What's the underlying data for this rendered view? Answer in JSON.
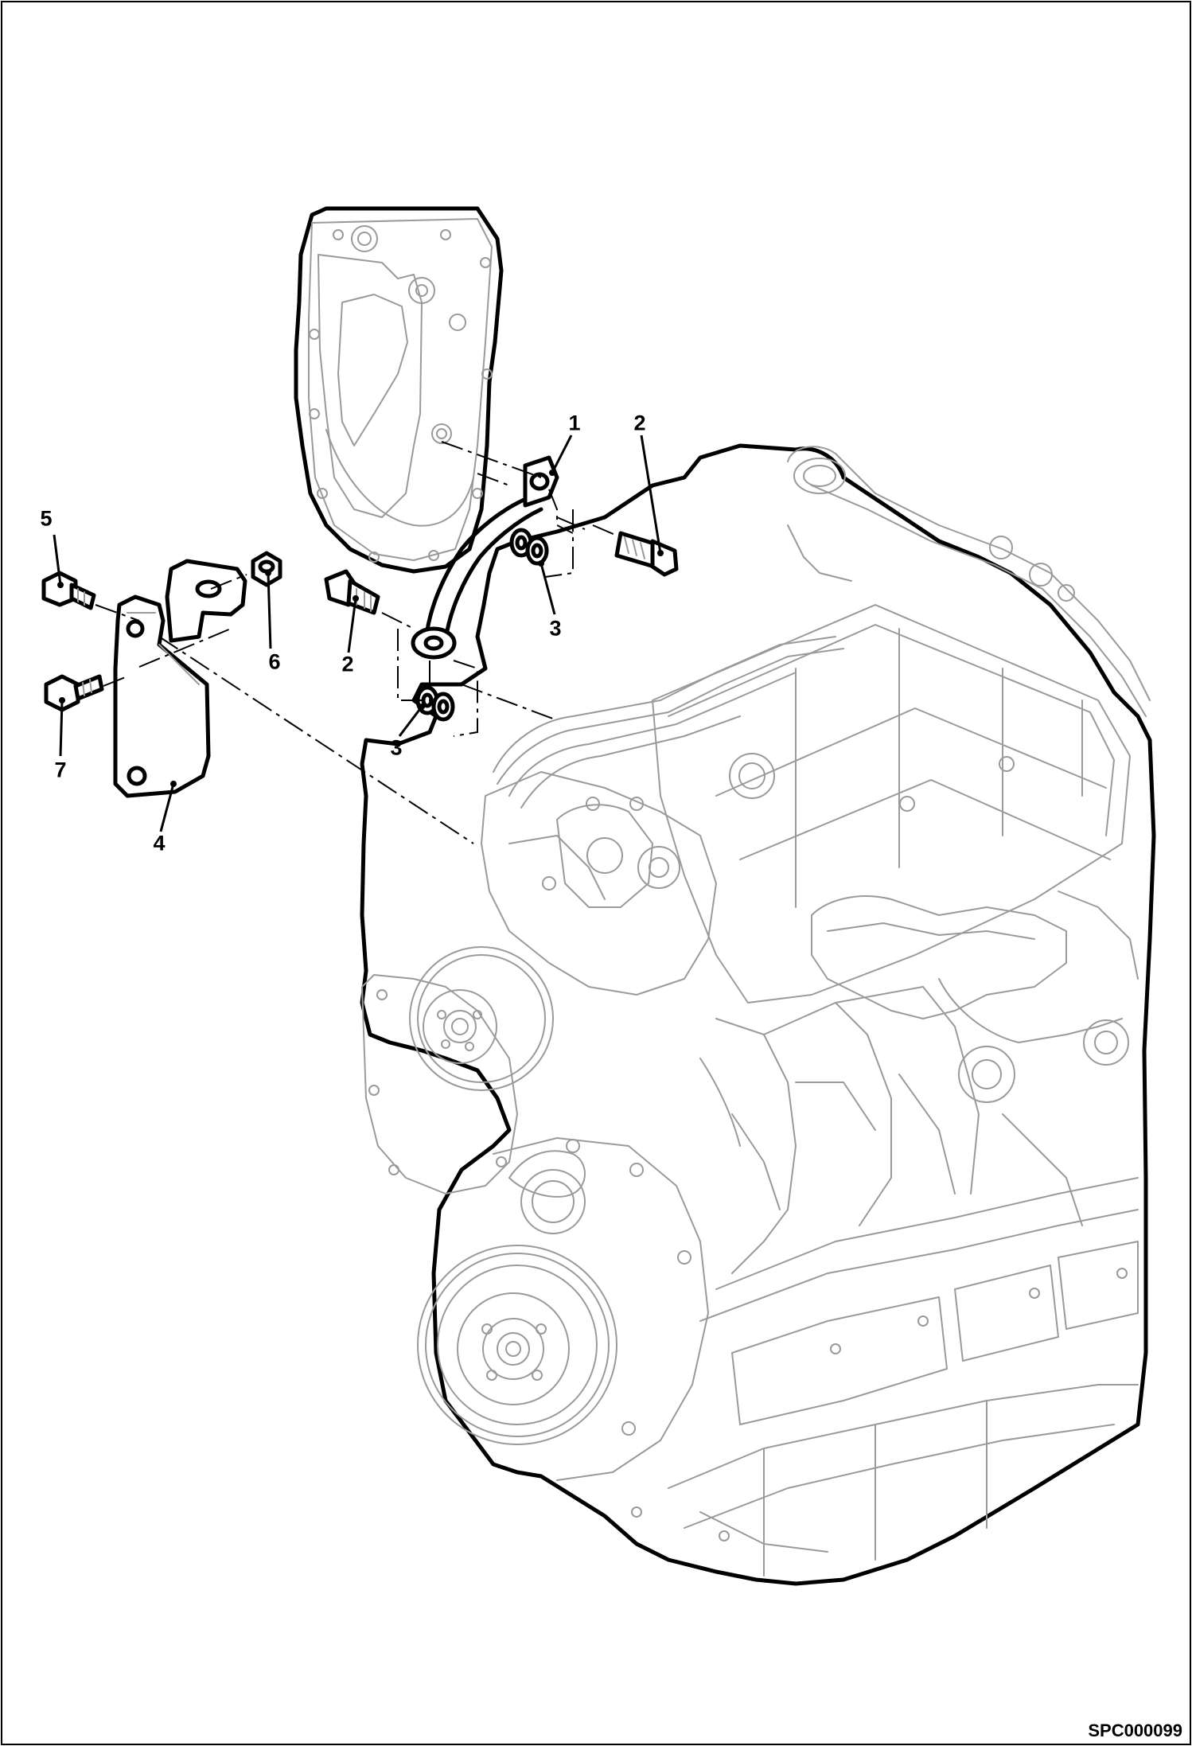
{
  "callouts": [
    {
      "id": "c1",
      "label": "1",
      "part": "fuel pipe"
    },
    {
      "id": "c2a",
      "label": "2",
      "part": "banjo bolt"
    },
    {
      "id": "c2b",
      "label": "2",
      "part": "banjo bolt"
    },
    {
      "id": "c3a",
      "label": "3",
      "part": "sealing washers"
    },
    {
      "id": "c3b",
      "label": "3",
      "part": "sealing washers"
    },
    {
      "id": "c4",
      "label": "4",
      "part": "bracket"
    },
    {
      "id": "c5",
      "label": "5",
      "part": "bolt"
    },
    {
      "id": "c6",
      "label": "6",
      "part": "nut"
    },
    {
      "id": "c7",
      "label": "7",
      "part": "bolt"
    }
  ],
  "drawing_code": "SPC000099",
  "colors": {
    "outline_outer": "#000000",
    "outline_inner": "#9a9a9a",
    "background": "#ffffff"
  }
}
